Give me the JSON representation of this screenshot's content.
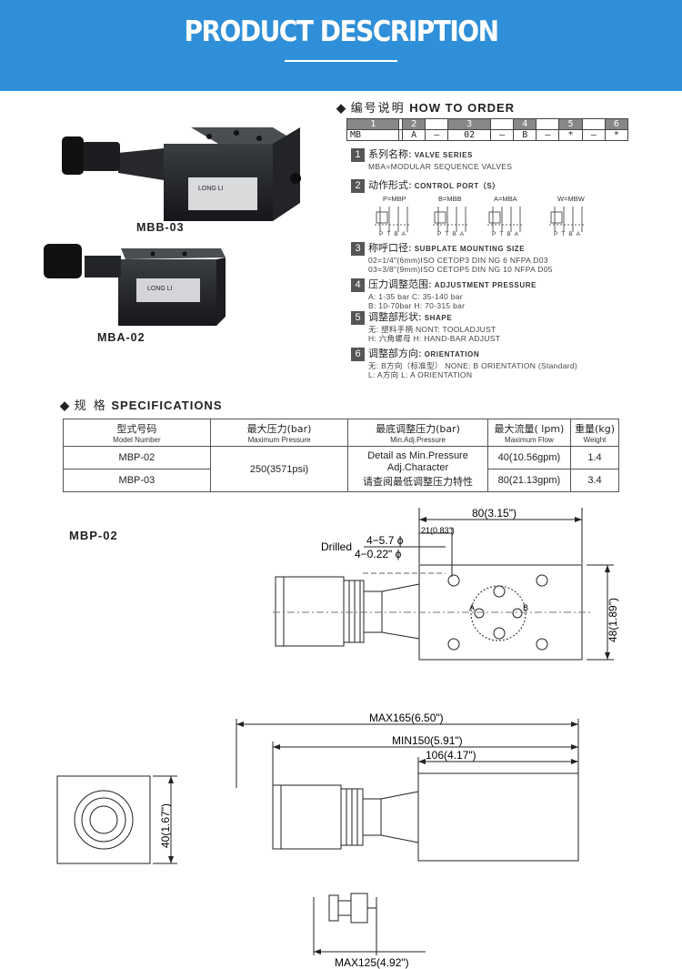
{
  "banner": {
    "title": "PRODUCT DESCRIPTION"
  },
  "products": {
    "mbb": "MBB-03",
    "mba": "MBA-02",
    "logo": "LONG LI"
  },
  "how_to_order": {
    "title_cn": "编号说明",
    "title_en": "HOW TO ORDER",
    "code_numbers": [
      "1",
      "2",
      "3",
      "4",
      "5",
      "6"
    ],
    "code_values": [
      "MB",
      "A",
      "—",
      "02",
      "—",
      "B",
      "—",
      "*",
      "—",
      "*"
    ],
    "steps": [
      {
        "num": "1",
        "cn": "系列名称:",
        "en": "VALVE SERIES",
        "lines": [
          "MBA=MODULAR SEQUENCE VALVES"
        ]
      },
      {
        "num": "2",
        "cn": "动作形式:",
        "en": "CONTROL PORT（S）",
        "lines": []
      },
      {
        "num": "3",
        "cn": "称呼口径:",
        "en": "SUBPLATE MOUNTING SIZE",
        "lines": [
          "02=1/4\"(6mm)ISO CETOP3 DIN NG 6 NFPA D03",
          "03=3/8\"(9mm)ISO CETOP5 DIN NG 10 NFPA D05"
        ]
      },
      {
        "num": "4",
        "cn": "压力调整范围:",
        "en": "ADJUSTMENT PRESSURE",
        "lines": [
          "A: 1-35 bar      C: 35-140 bar",
          "B: 10-70bar      H: 70-315 bar"
        ]
      },
      {
        "num": "5",
        "cn": "调整部形状:",
        "en": "SHAPE",
        "lines": [
          "无: 塑料手柄   NONT: TOOLADJUST",
          "H: 六角螺母   H: HAND-BAR ADJUST"
        ]
      },
      {
        "num": "6",
        "cn": "调整部方向:",
        "en": "ORIENTATION",
        "lines": [
          "无: B方向（标准型）   NONE: B ORIENTATION (Standard)",
          "L: A方向  L: A ORIENTATION"
        ]
      }
    ],
    "symbols": [
      "P=MBP",
      "B=MBB",
      "A=MBA",
      "W=MBW"
    ],
    "ports": [
      "P",
      "T",
      "B",
      "A"
    ]
  },
  "specs": {
    "title_cn": "规 格",
    "title_en": "SPECIFICATIONS",
    "headers": [
      {
        "cn": "型式号码",
        "en": "Model Number"
      },
      {
        "cn": "最大压力(bar)",
        "en": "Maximum Pressure"
      },
      {
        "cn": "最底调整压力(bar)",
        "en": "Min.Adj.Pressure"
      },
      {
        "cn": "最大流量( lpm)",
        "en": "Maximum Flow"
      },
      {
        "cn": "重量(kg)",
        "en": "Weight"
      }
    ],
    "rows": [
      {
        "model": "MBP-02",
        "flow": "40(10.56gpm)",
        "weight": "1.4"
      },
      {
        "model": "MBP-03",
        "flow": "80(21.13gpm)",
        "weight": "3.4"
      }
    ],
    "max_pressure": "250(3571psi)",
    "min_adj_en": "Detail as Min.Pressure Adj.Character",
    "min_adj_cn": "请查阅最低调整压力特性"
  },
  "drawing": {
    "label": "MBP-02",
    "drilled": "Drilled",
    "hole1": "4−5.7 ϕ",
    "hole2": "4−0.22\" ϕ",
    "d_width": "80(3.15\")",
    "d_offset": "21(0.83\")",
    "d_height": "48(1.89\")",
    "d_max165": "MAX165(6.50\")",
    "d_min150": "MIN150(5.91\")",
    "d_106": "106(4.17\")",
    "d_40": "40(1.67\")",
    "d_max125": "MAX125(4.92\")",
    "port_a": "A",
    "port_b": "B"
  }
}
